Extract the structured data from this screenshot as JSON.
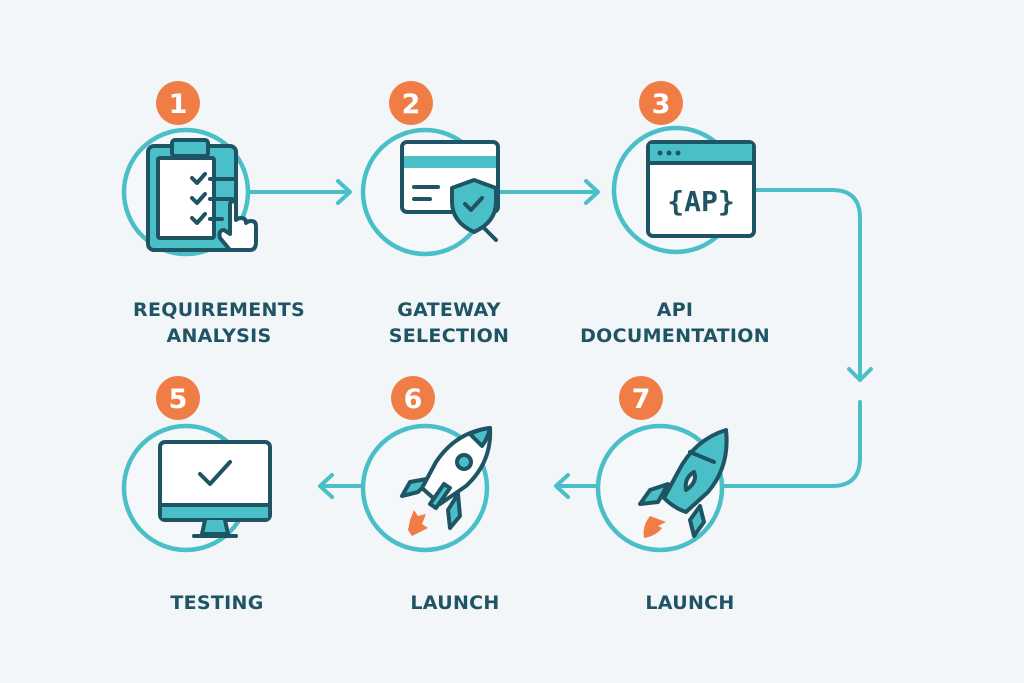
{
  "colors": {
    "accent": "#4bbfc7",
    "dark": "#1e5463",
    "badge": "#ef7d45",
    "background": "#f2f6f9"
  },
  "steps": [
    {
      "number": "1",
      "line1": "REQUIREMENTS",
      "line2": "ANALYSIS",
      "icon": "clipboard-checklist-icon"
    },
    {
      "number": "2",
      "line1": "GATEWAY",
      "line2": "SELECTION",
      "icon": "card-shield-icon"
    },
    {
      "number": "3",
      "line1": "API",
      "line2": "DOCUMENTATION",
      "icon": "api-window-icon",
      "icon_text": "{AP}"
    },
    {
      "number": "5",
      "line1": "TESTING",
      "icon": "monitor-check-icon"
    },
    {
      "number": "6",
      "line1": "LAUNCH",
      "icon": "rocket-icon"
    },
    {
      "number": "7",
      "line1": "LAUNCH",
      "icon": "rocket-icon"
    }
  ]
}
